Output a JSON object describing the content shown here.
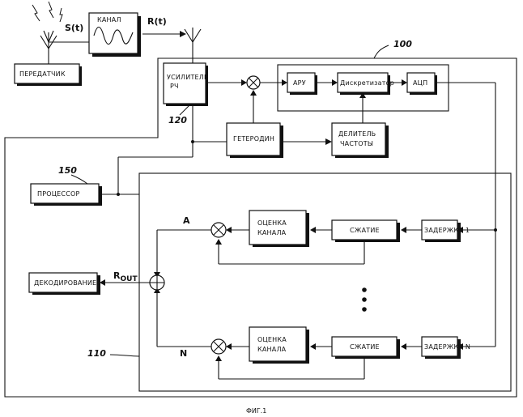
{
  "diagram": {
    "signals": {
      "s_t": "S(t)",
      "r_t": "R(t)",
      "r_out_main": "R",
      "r_out_sub": "OUT",
      "path_a": "A",
      "path_n": "N"
    },
    "blocks": {
      "transmitter": "ПЕРЕДАТЧИК",
      "channel": "КАНАЛ",
      "rf_amp_line1": "УСИЛИТЕЛЬ",
      "rf_amp_line2": "РЧ",
      "agc": "АРУ",
      "sampler": "Дискретизатор",
      "adc": "АЦП",
      "local_osc": "ГЕТЕРОДИН",
      "freq_div_line1": "ДЕЛИТЕЛЬ",
      "freq_div_line2": "ЧАСТОТЫ",
      "processor": "ПРОЦЕССОР",
      "decoding": "ДЕКОДИРОВАНИЕ",
      "chan_est_top_line1": "ОЦЕНКА",
      "chan_est_top_line2": "КАНАЛА",
      "despread_top": "СЖАТИЕ",
      "delay_1": "ЗАДЕРЖКА 1",
      "chan_est_bot_line1": "ОЦЕНКА",
      "chan_est_bot_line2": "КАНАЛА",
      "despread_bot": "СЖАТИЕ",
      "delay_n": "ЗАДЕРЖКА N"
    },
    "refs": {
      "receiver": "100",
      "rf_amp": "120",
      "processor": "150",
      "rake": "110"
    },
    "caption": "ФИГ.1"
  }
}
